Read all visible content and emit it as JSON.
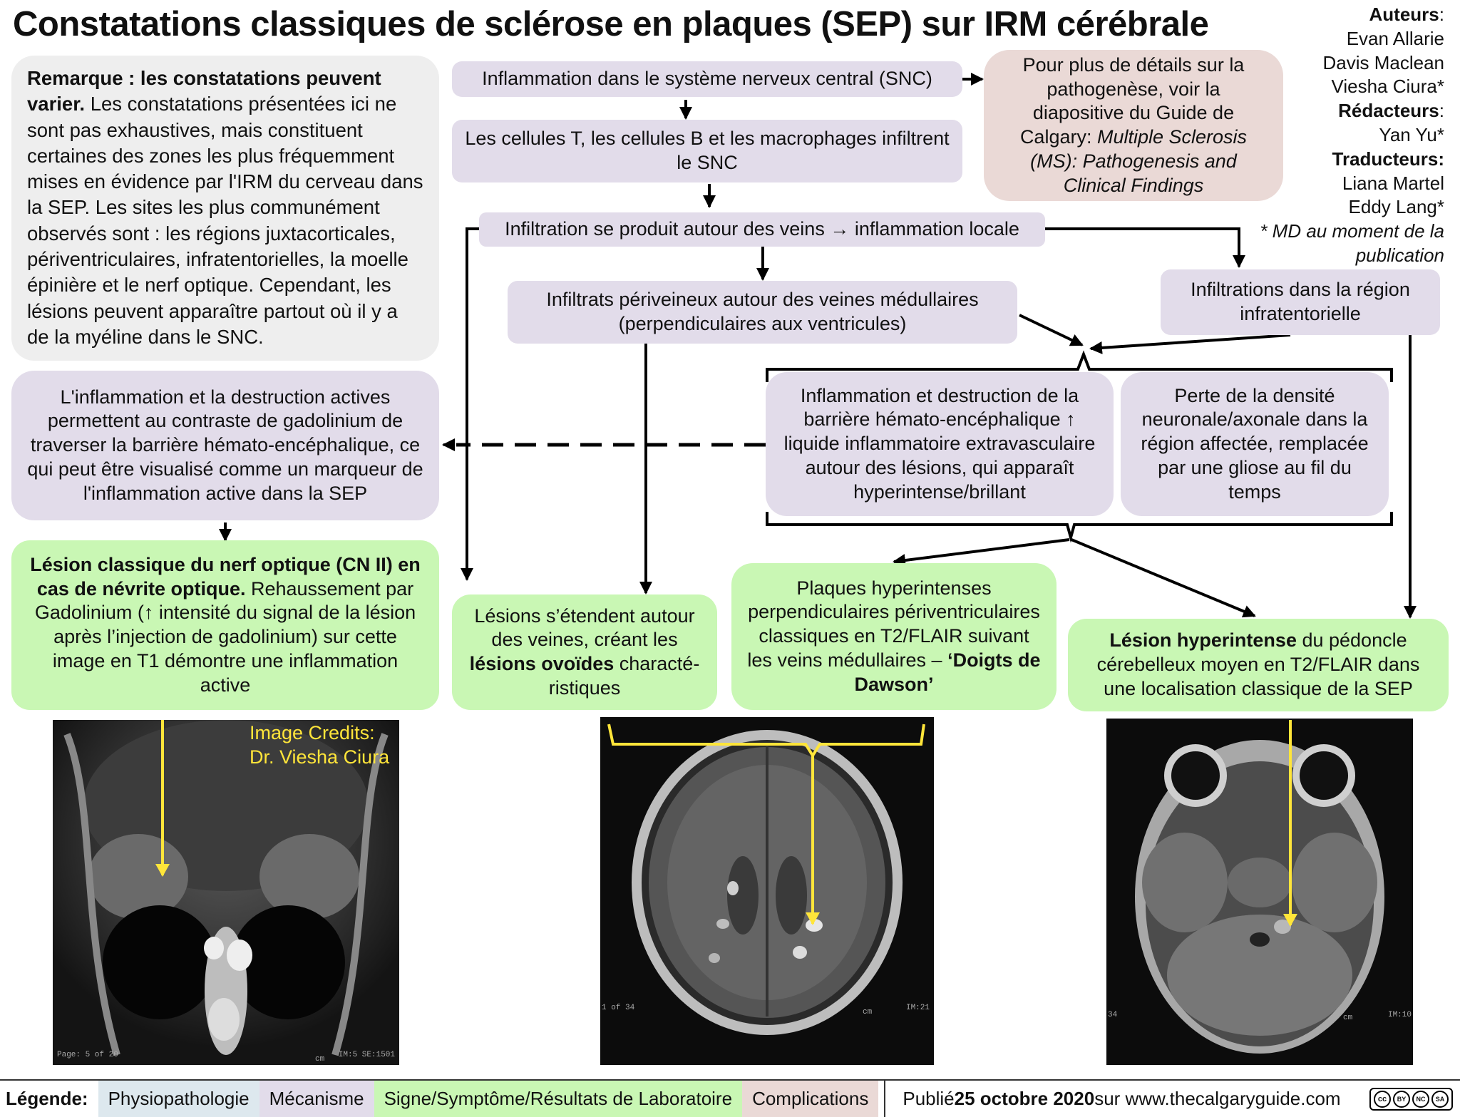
{
  "title": "Constatations classiques de sclérose en plaques (SEP) sur IRM cérébrale",
  "authors": {
    "authors_label": "Auteurs",
    "authors": [
      "Evan Allarie",
      "Davis Maclean",
      "Viesha Ciura*"
    ],
    "editors_label": "Rédacteurs",
    "editors": [
      "Yan Yu*"
    ],
    "translators_label": "Traducteurs:",
    "translators": [
      "Liana Martel",
      "Eddy Lang*"
    ],
    "note": "* MD au moment de la publication"
  },
  "remark": {
    "bold": "Remarque : les constatations peuvent varier.",
    "text": " Les constatations présentées ici ne sont pas exhaustives, mais constituent certaines des zones les plus fréquemment mises en évidence par l'IRM du cerveau dans la SEP. Les sites les plus communément observés sont : les régions juxtacorticales, périventriculaires, infratentorielles, la moelle épinière et le nerf optique. Cependant, les lésions peuvent apparaître partout où il y a de la myéline dans le SNC."
  },
  "flow": {
    "inflammation_snc": "Inflammation dans le système nerveux central (SNC)",
    "pathogenesis_pre": "Pour plus de détails sur la pathogenèse, voir la diapositive du Guide de Calgary: ",
    "pathogenesis_ital": "Multiple Sclerosis (MS): Pathogenesis and Clinical Findings",
    "cells_infiltrate": "Les cellules T, les cellules B et les macrophages infiltrent le SNC",
    "infiltration_veins": "Infiltration se produit autour des veins → inflammation locale",
    "periveinous": "Infiltrats périveineux autour des veines médullaires (perpendiculaires aux ventricules)",
    "infratentorial": "Infiltrations dans la région infratentorielle",
    "bbb": "Inflammation et destruction de la barrière hémato-encéphalique ↑ liquide inflammatoire extravasculaire autour des lésions, qui apparaît hyperintense/brillant",
    "neuronal_loss": "Perte de la densité neuronale/axonale dans la région affectée, remplacée par une gliose au fil du temps",
    "gadolinium": "L'inflammation et la destruction actives permettent au contraste de gadolinium de traverser la barrière hémato-encéphalique, ce qui peut être visualisé comme un marqueur de l'inflammation active dans la SEP",
    "optic_bold": "Lésion classique du nerf optique (CN II) en cas de névrite optique.",
    "optic_text": " Rehaussement par Gadolinium (↑ intensité du signal de la lésion après l’injection de gadolinium) sur cette image en T1 démontre une inflammation active",
    "ovoid_pre": "Lésions s’étendent autour des veines, créant les ",
    "ovoid_bold": "lésions ovoïdes",
    "ovoid_post": " characté­ristiques",
    "dawson_pre": "Plaques hyperintenses perpendiculaires périventriculaires classiques en T2/FLAIR suivant les veins médullaires – ",
    "dawson_bold": "‘Doigts de Dawson’",
    "mcp_bold": "Lésion hyperintense",
    "mcp_text": " du pédoncle cérebelleux moyen en T2/FLAIR dans une localisation classique de la SEP"
  },
  "images": {
    "credits": "Image Credits: Dr. Viesha Ciura",
    "img1_footer_left": "Page: 5 of 20",
    "img1_footer_right": "IM:5 SE:1501",
    "img1_cm": "cm",
    "img2_footer_left": "1 of 34",
    "img2_footer_right": "IM:21",
    "img2_cm": "cm",
    "img3_footer_left": "34",
    "img3_footer_right": "IM:10",
    "img3_cm": "cm"
  },
  "legend": {
    "label": "Légende:",
    "items": [
      {
        "text": "Physiopathologie",
        "color": "#dde8ee"
      },
      {
        "text": "Mécanisme",
        "color": "#e2dcea"
      },
      {
        "text": "Signe/Symptôme/Résultats de Laboratoire",
        "color": "#c9f7b4"
      },
      {
        "text": "Complications",
        "color": "#ead9d6"
      }
    ],
    "published_pre": "Publié ",
    "published_date": "25 octobre 2020",
    "published_post": " sur www.thecalgaryguide.com",
    "license": [
      "cc",
      "BY",
      "NC",
      "SA"
    ]
  },
  "colors": {
    "mechanism": "#e2dcea",
    "sign": "#c9f7b4",
    "complication": "#ead9d6",
    "arrow": "#000000",
    "annotation": "#ffe53a"
  }
}
